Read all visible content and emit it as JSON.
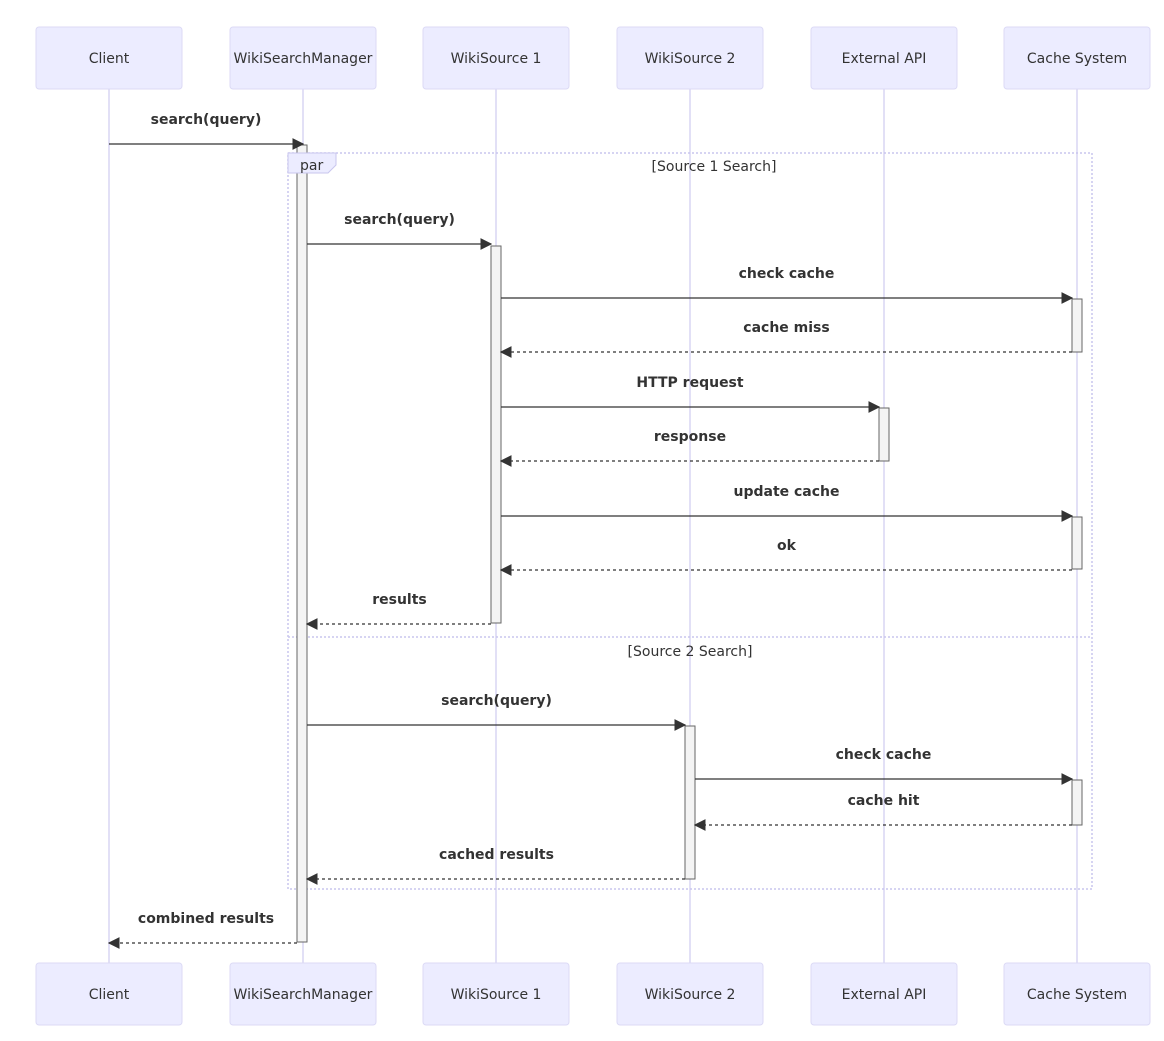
{
  "participants": [
    "Client",
    "WikiSearchManager",
    "WikiSource 1",
    "WikiSource 2",
    "External API",
    "Cache System"
  ],
  "messages": [
    {
      "from": 0,
      "to": 1,
      "label": "search(query)",
      "dashed": false
    },
    {
      "from": 1,
      "to": 2,
      "label": "search(query)",
      "dashed": false
    },
    {
      "from": 2,
      "to": 5,
      "label": "check cache",
      "dashed": false
    },
    {
      "from": 5,
      "to": 2,
      "label": "cache miss",
      "dashed": true
    },
    {
      "from": 2,
      "to": 4,
      "label": "HTTP request",
      "dashed": false
    },
    {
      "from": 4,
      "to": 2,
      "label": "response",
      "dashed": true
    },
    {
      "from": 2,
      "to": 5,
      "label": "update cache",
      "dashed": false
    },
    {
      "from": 5,
      "to": 2,
      "label": "ok",
      "dashed": true
    },
    {
      "from": 2,
      "to": 1,
      "label": "results",
      "dashed": true
    },
    {
      "from": 1,
      "to": 3,
      "label": "search(query)",
      "dashed": false
    },
    {
      "from": 3,
      "to": 5,
      "label": "check cache",
      "dashed": false
    },
    {
      "from": 5,
      "to": 3,
      "label": "cache hit",
      "dashed": true
    },
    {
      "from": 3,
      "to": 1,
      "label": "cached results",
      "dashed": true
    },
    {
      "from": 1,
      "to": 0,
      "label": "combined results",
      "dashed": true
    }
  ],
  "par_block": {
    "type": "par",
    "sections": [
      "[Source 1 Search]",
      "[Source 2 Search]"
    ]
  },
  "colors": {
    "actor_fill": "#ECECFF",
    "actor_border": "#dcdaf5",
    "lifeline": "#cfcbef",
    "line": "#333333"
  }
}
